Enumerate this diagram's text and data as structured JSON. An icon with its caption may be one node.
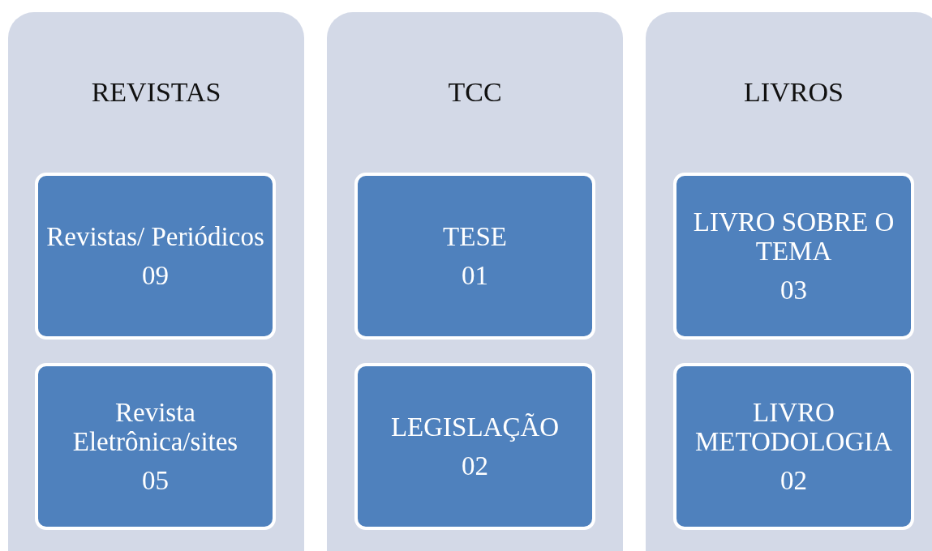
{
  "diagram": {
    "nodes": [
      {
        "text": [
          "REVISTAS"
        ]
      },
      {
        "text": [
          "Revistas/ Periódicos",
          "09"
        ],
        "in": 0
      },
      {
        "text": [
          "Revista Eletrônica/sites",
          "05"
        ],
        "in": 0
      },
      {
        "text": [
          "TCC"
        ]
      },
      {
        "text": [
          "TESE",
          "01"
        ],
        "in": 3
      },
      {
        "text": [
          "LEGISLAÇÃO",
          "02"
        ],
        "in": 3
      },
      {
        "text": [
          "LIVROS"
        ]
      },
      {
        "text": [
          "LIVRO SOBRE O TEMA",
          "03"
        ],
        "in": 6
      },
      {
        "text": [
          "LIVRO METODOLOGIA",
          "02"
        ],
        "in": 6
      }
    ]
  }
}
